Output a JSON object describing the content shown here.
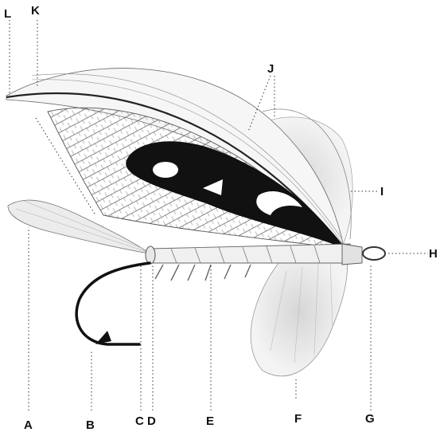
{
  "figure": {
    "labels": {
      "A": "A",
      "B": "B",
      "C": "C",
      "D": "D",
      "E": "E",
      "F": "F",
      "G": "G",
      "H": "H",
      "I": "I",
      "J": "J",
      "K": "K",
      "L": "L"
    }
  },
  "colors": {
    "ink": "#111111",
    "paper": "#ffffff",
    "wash": "#e4e4e4"
  }
}
